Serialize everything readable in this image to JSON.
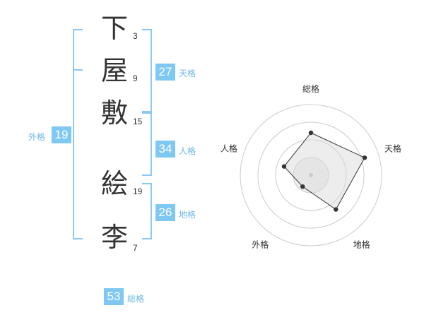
{
  "name_chars": [
    {
      "char": "下",
      "strokes": "3"
    },
    {
      "char": "屋",
      "strokes": "9"
    },
    {
      "char": "敷",
      "strokes": "15"
    },
    {
      "char": "絵",
      "strokes": "19"
    },
    {
      "char": "李",
      "strokes": "7"
    }
  ],
  "fortune": {
    "tenkaku": {
      "value": "27",
      "label": "天格"
    },
    "jinkaku": {
      "value": "34",
      "label": "人格"
    },
    "chikaku": {
      "value": "26",
      "label": "地格"
    },
    "gaikaku": {
      "value": "19",
      "label": "外格"
    },
    "soukaku": {
      "value": "53",
      "label": "総格"
    }
  },
  "radar": {
    "axes": [
      "総格",
      "天格",
      "地格",
      "外格",
      "人格"
    ],
    "levels": 4,
    "scores": [
      3,
      4,
      3,
      1,
      2
    ],
    "max": 5,
    "colors": {
      "grid": "#cccccc",
      "fill": "#eeeeee",
      "line": "#333333",
      "point": "#333333",
      "center": "#bbbbbb"
    }
  },
  "colors": {
    "accent": "#7ec8f2",
    "accent_text": "#6cb8e6"
  }
}
